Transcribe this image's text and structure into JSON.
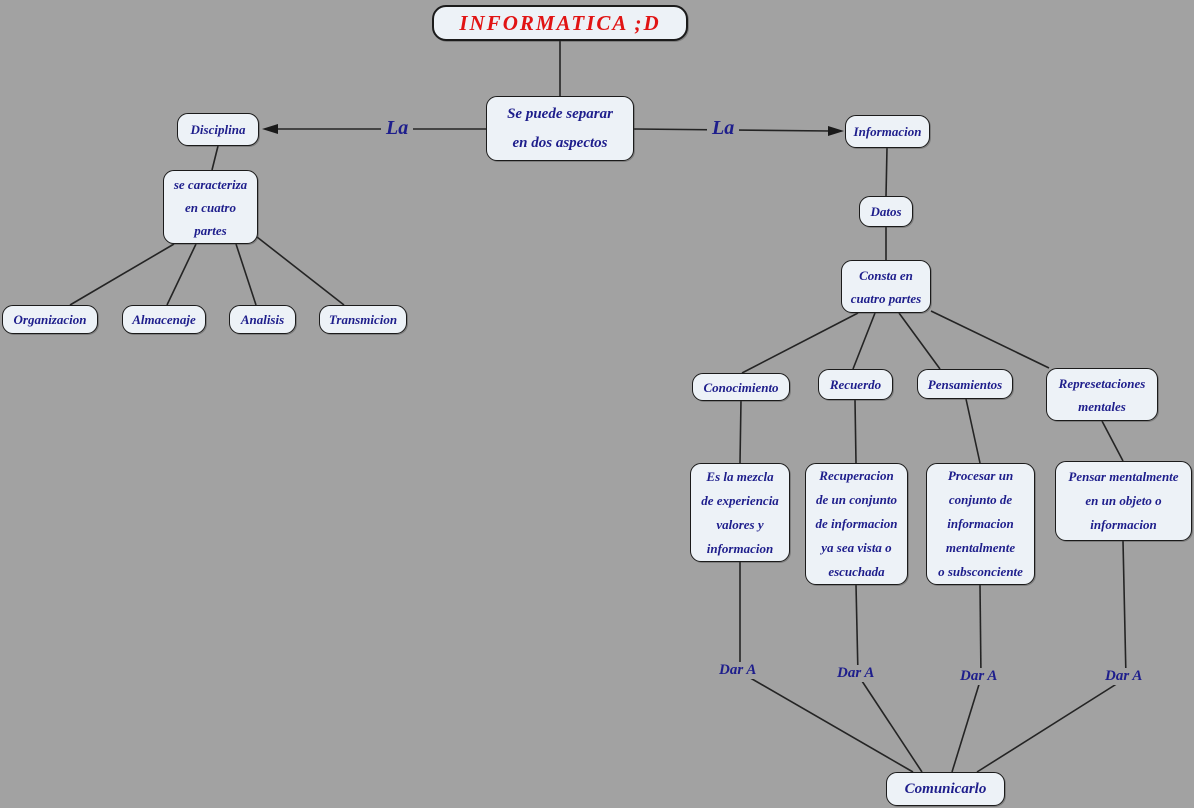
{
  "colors": {
    "background": "#a2a2a2",
    "node_fill": "#edf2f7",
    "node_border": "#1b1b1b",
    "node_text": "#1e1e8c",
    "title_text": "#e11414",
    "line": "#242424"
  },
  "title": {
    "text": "INFORMATICA ;D"
  },
  "nodes": {
    "root": "Se puede separar\nen dos aspectos",
    "disciplina": "Disciplina",
    "caracteriza": "se caracteriza\nen cuatro\npartes",
    "organizacion": "Organizacion",
    "almacenaje": "Almacenaje",
    "analisis": "Analisis",
    "transmicion": "Transmicion",
    "informacion": "Informacion",
    "datos": "Datos",
    "consta": "Consta en\ncuatro partes",
    "conocimiento": "Conocimiento",
    "recuerdo": "Recuerdo",
    "pensamientos": "Pensamientos",
    "represetaciones": "Represetaciones\nmentales",
    "desc_conocimiento": "Es la mezcla\nde experiencia\nvalores y\ninformacion",
    "desc_recuerdo": "Recuperacion\nde un conjunto\nde informacion\nya sea vista o\nescuchada",
    "desc_pensamientos": "Procesar un\nconjunto de\ninformacion\nmentalmente\no subsconciente",
    "desc_represetaciones": "Pensar mentalmente\nen un objeto o\ninformacion",
    "comunicarlo": "Comunicarlo"
  },
  "link_labels": {
    "la_left": "La",
    "la_right": "La",
    "dar_a_1": "Dar A",
    "dar_a_2": "Dar A",
    "dar_a_3": "Dar A",
    "dar_a_4": "Dar A"
  }
}
